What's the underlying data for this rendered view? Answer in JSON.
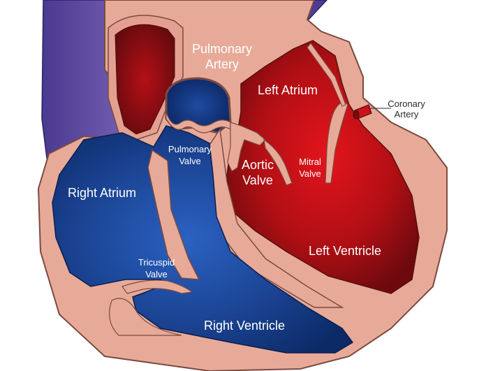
{
  "labels": {
    "pulmonary_artery": [
      "Pulmonary",
      "Artery"
    ],
    "left_atrium": "Left Atrium",
    "coronary_artery": [
      "Coronary",
      "Artery"
    ],
    "pulmonary_valve": [
      "Pulmonary",
      "Valve"
    ],
    "aortic_valve": [
      "Aortic",
      "Valve"
    ],
    "mitral_valve": [
      "Mitral",
      "Valve"
    ],
    "right_atrium": "Right Atrium",
    "tricuspid_valve": [
      "Tricuspid",
      "Valve"
    ],
    "left_ventricle": "Left Ventricle",
    "right_ventricle": "Right Ventricle"
  },
  "colors": {
    "tissue": "#E8AA98",
    "tissue_outline": "#7A4A40",
    "deoxygenated_blue": "#1E4FA6",
    "deoxygenated_blue_dark": "#0B2A66",
    "oxygenated_red": "#D8141A",
    "oxygenated_red_dark": "#6E0A0E",
    "vein_purple": "#5B3D98",
    "vein_purple_light": "#8C78C2"
  }
}
